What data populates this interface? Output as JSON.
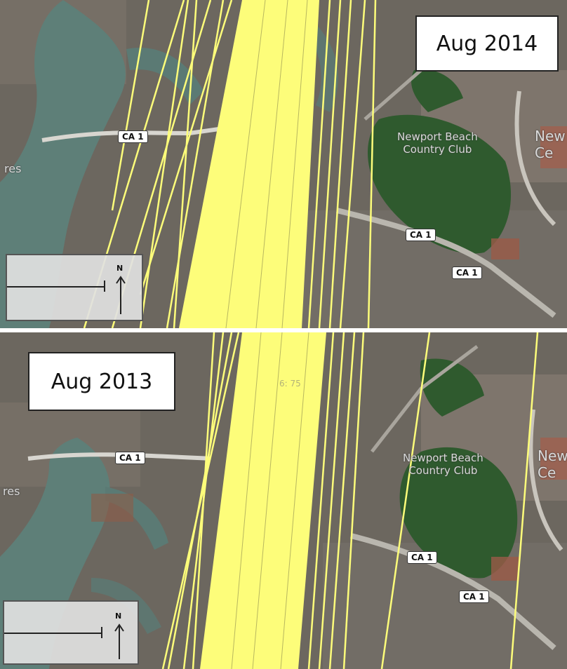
{
  "panels": {
    "top": {
      "date": "Aug 2014",
      "club_label": "Newport Beach\nCountry Club",
      "partial_right": "New\nCe",
      "partial_left": "res",
      "road_labels": [
        "CA 1",
        "CA 1",
        "CA 1"
      ]
    },
    "bottom": {
      "date": "Aug 2013",
      "club_label": "Newport Beach\nCountry Club",
      "partial_right": "New\nCe",
      "partial_left": "res",
      "road_labels": [
        "CA 1",
        "CA 1",
        "CA 1"
      ],
      "faint_label": "6: 75"
    }
  },
  "legend": {
    "north": "N"
  },
  "colors": {
    "flight_track": "#fdfd7a",
    "water": "#5e7f78",
    "urban": "#6e6a63",
    "golf_green": "#2f5a2e"
  }
}
